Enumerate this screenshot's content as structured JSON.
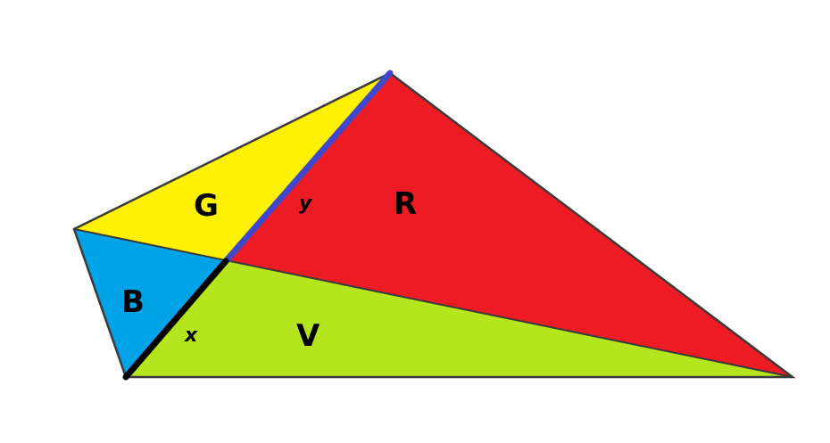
{
  "regions": {
    "green": {
      "label": "G",
      "color": "#fff200"
    },
    "red": {
      "label": "R",
      "color": "#ed1c24"
    },
    "blue": {
      "label": "B",
      "color": "#00a2e8"
    },
    "violet": {
      "label": "V",
      "color": "#b5e61d"
    }
  },
  "segments": {
    "x": {
      "label": "x",
      "color": "#000000"
    },
    "y": {
      "label": "y",
      "color": "#3f48cc"
    }
  },
  "colors": {
    "outline": "#3a3a3a",
    "background": "#ffffff"
  }
}
